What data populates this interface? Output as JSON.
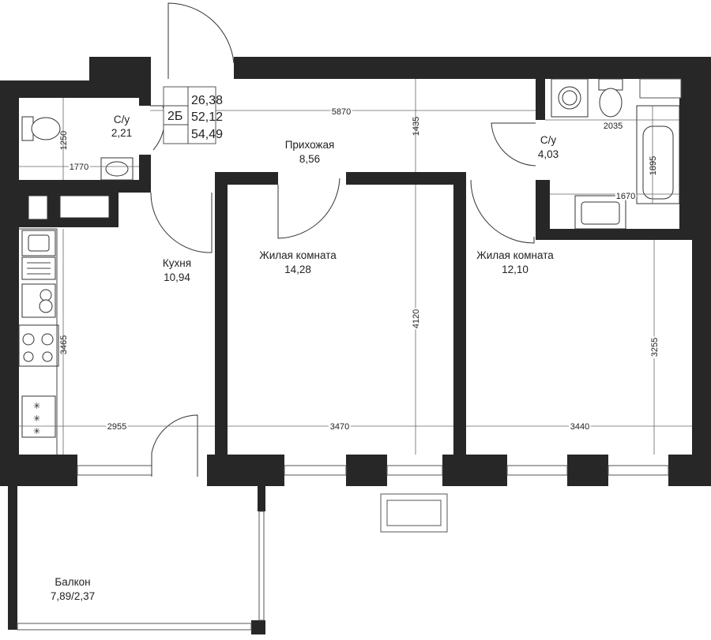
{
  "plan_code": "2Б",
  "areas": {
    "living": "26,38",
    "total": "52,12",
    "with_balcony": "54,49"
  },
  "rooms": {
    "bath_left": {
      "name": "С/у",
      "area": "2,21"
    },
    "hall": {
      "name": "Прихожая",
      "area": "8,56"
    },
    "bath_right": {
      "name": "С/у",
      "area": "4,03"
    },
    "kitchen": {
      "name": "Кухня",
      "area": "10,94"
    },
    "living1": {
      "name": "Жилая комната",
      "area": "14,28"
    },
    "living2": {
      "name": "Жилая комната",
      "area": "12,10"
    },
    "balcony": {
      "name": "Балкон",
      "area": "7,89/2,37"
    }
  },
  "dims": {
    "hall_width": "5870",
    "hall_depth": "1435",
    "bath_left_height": "1250",
    "bath_left_width": "1770",
    "bath_right_width": "2035",
    "tub_length": "1895",
    "bath_right_lower": "1670",
    "kitchen_height": "3465",
    "kitchen_width": "2955",
    "living1_height": "4120",
    "living1_width": "3470",
    "living2_height": "3255",
    "living2_width": "3440"
  },
  "colors": {
    "wall": "#272727",
    "line": "#444444",
    "background": "#ffffff"
  },
  "icons": [
    "toilet-icon",
    "sink-icon",
    "washing-machine-icon",
    "bathtub-icon",
    "stove-icon",
    "kitchen-sink-icon",
    "radiator-icon"
  ]
}
